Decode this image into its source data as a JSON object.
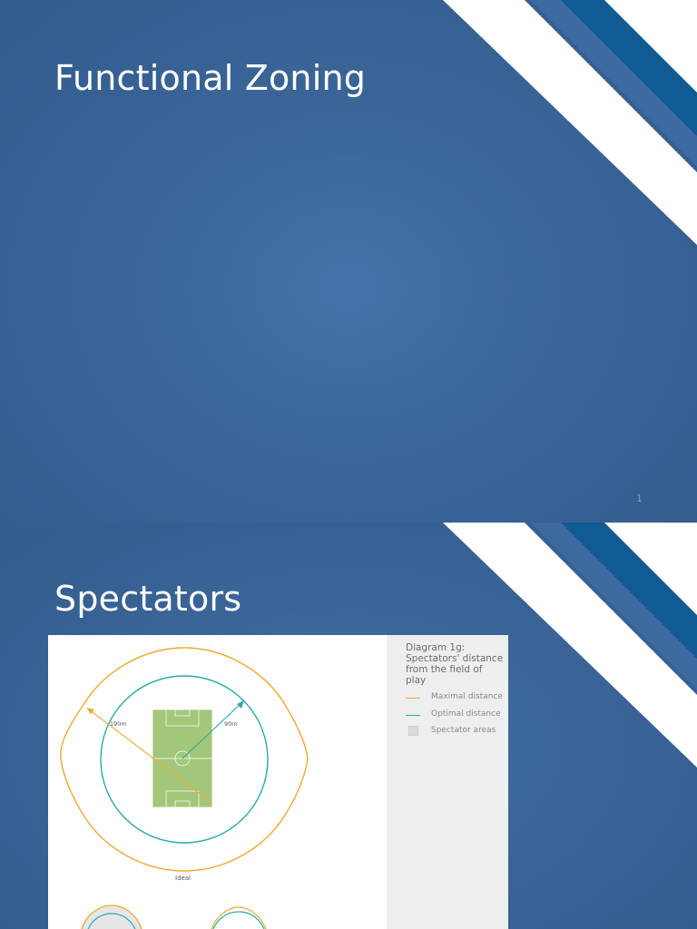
{
  "slides": [
    {
      "title": "Functional Zoning",
      "number": "1"
    },
    {
      "title": "Spectators"
    }
  ],
  "diagram": {
    "title": "Diagram 1g: Spectators' distance from the field of play",
    "max_distance_label": "190m",
    "optimal_distance_label": "90m",
    "layout_label": "Ideal",
    "legend": [
      {
        "label": "Maximal distance",
        "kind": "line",
        "color": "#f0a830"
      },
      {
        "label": "Optimal distance",
        "kind": "line",
        "color": "#2aaaa6"
      },
      {
        "label": "Spectator areas",
        "kind": "box",
        "color": "#d9d9d9"
      }
    ]
  },
  "colors": {
    "slide_bg": "#3b6598",
    "accent_dark": "#0e5c93",
    "accent_white": "#ffffff",
    "pitch": "#a3c77a",
    "maximal": "#f0a830",
    "optimal": "#2aaaa6"
  }
}
